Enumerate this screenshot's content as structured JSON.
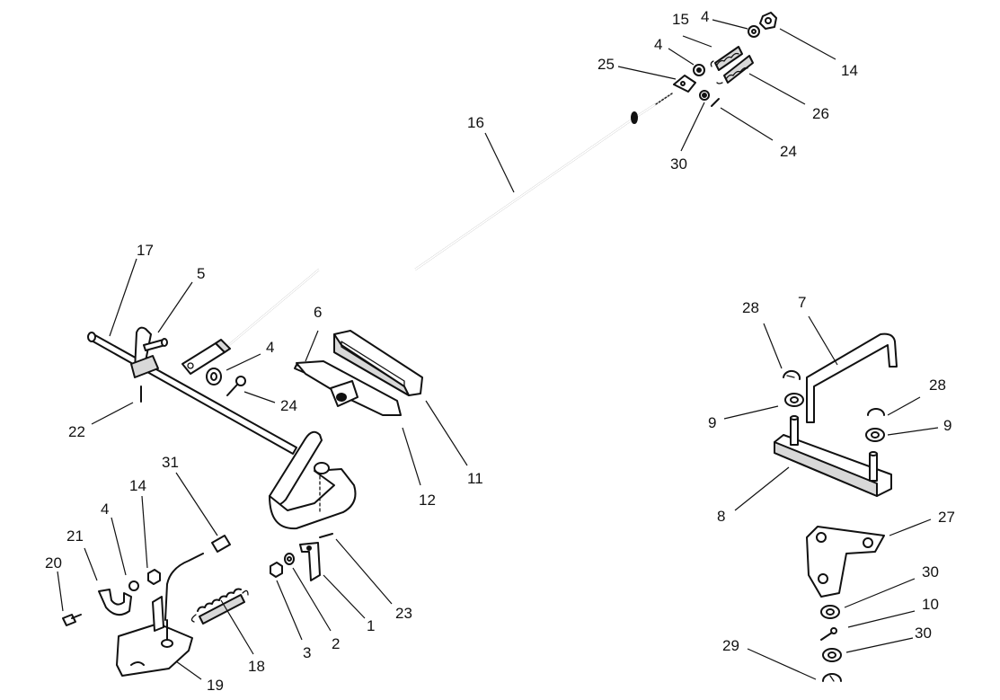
{
  "colors": {
    "ink": "#111111",
    "background": "#ffffff"
  },
  "callouts": [
    {
      "label": "15"
    },
    {
      "label": "4"
    },
    {
      "label": "14"
    },
    {
      "label": "4"
    },
    {
      "label": "25"
    },
    {
      "label": "26"
    },
    {
      "label": "24"
    },
    {
      "label": "30"
    },
    {
      "label": "16"
    },
    {
      "label": "17"
    },
    {
      "label": "5"
    },
    {
      "label": "6"
    },
    {
      "label": "4"
    },
    {
      "label": "24"
    },
    {
      "label": "22"
    },
    {
      "label": "11"
    },
    {
      "label": "12"
    },
    {
      "label": "31"
    },
    {
      "label": "14"
    },
    {
      "label": "4"
    },
    {
      "label": "21"
    },
    {
      "label": "20"
    },
    {
      "label": "18"
    },
    {
      "label": "19"
    },
    {
      "label": "3"
    },
    {
      "label": "2"
    },
    {
      "label": "1"
    },
    {
      "label": "23"
    },
    {
      "label": "28"
    },
    {
      "label": "7"
    },
    {
      "label": "28"
    },
    {
      "label": "9"
    },
    {
      "label": "9"
    },
    {
      "label": "8"
    },
    {
      "label": "27"
    },
    {
      "label": "30"
    },
    {
      "label": "10"
    },
    {
      "label": "30"
    },
    {
      "label": "29"
    }
  ]
}
